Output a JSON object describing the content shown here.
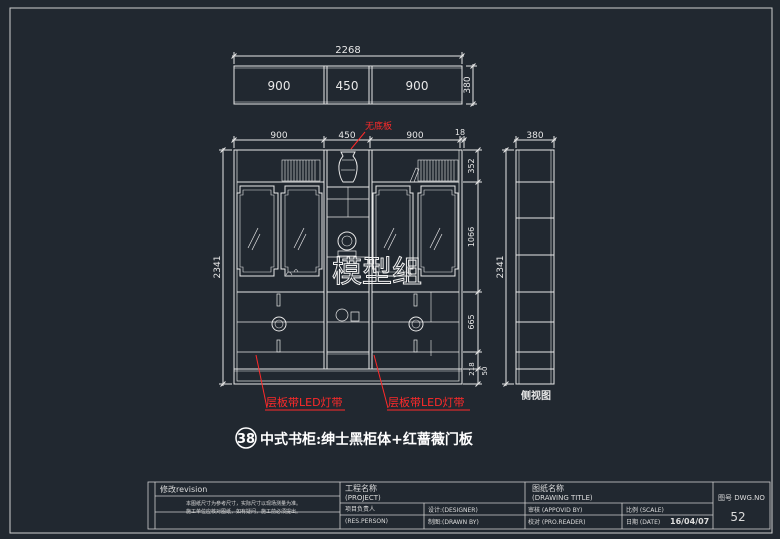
{
  "top_view": {
    "total_width": "2268",
    "segments": [
      "900",
      "450",
      "900"
    ],
    "depth": "380"
  },
  "front_view": {
    "widths": [
      "900",
      "450",
      "900",
      "18"
    ],
    "heights": [
      "352",
      "1066",
      "665",
      "218"
    ],
    "small_dim": "50",
    "total_height": "2341",
    "shelf_note": "无底板",
    "led_note_left": "层板带LED灯带",
    "led_note_right": "层板带LED灯带",
    "watermark": "模型组"
  },
  "side_view": {
    "depth": "380",
    "total_height": "2341",
    "title": "侧视图"
  },
  "caption": {
    "number": "38",
    "text": "中式书柜:绅士黑柜体+红蔷薇门板"
  },
  "title_block": {
    "revision_label": "修改revision",
    "revision_line1": "本图纸尺寸为参考尺寸，实际尺寸以现场测量为准。",
    "revision_line2": "施工单位应核对图纸，如有疑问，施工前必须提出。",
    "project_label": "工程名称",
    "project_en": "(PROJECT)",
    "drawing_title_label": "图纸名称",
    "drawing_title_en": "(DRAWING TITLE)",
    "responsible_label": "项目负责人",
    "responsible_en": "(RES.PERSON)",
    "designer_label": "设计:(DESIGNER)",
    "drawn_label": "制图:(DRAWN BY)",
    "approved_label": "审核 (APPOVID BY)",
    "checked_label": "校对 (PRO.READER)",
    "scale_label": "比例 (SCALE)",
    "date_label": "日期 (DATE)",
    "date_value": "16/04/07",
    "dwg_label": "图号 DWG.NO",
    "dwg_value": "52"
  },
  "colors": {
    "background": "#212830",
    "line": "#e8e8e8",
    "accent": "#ff2a2a"
  }
}
